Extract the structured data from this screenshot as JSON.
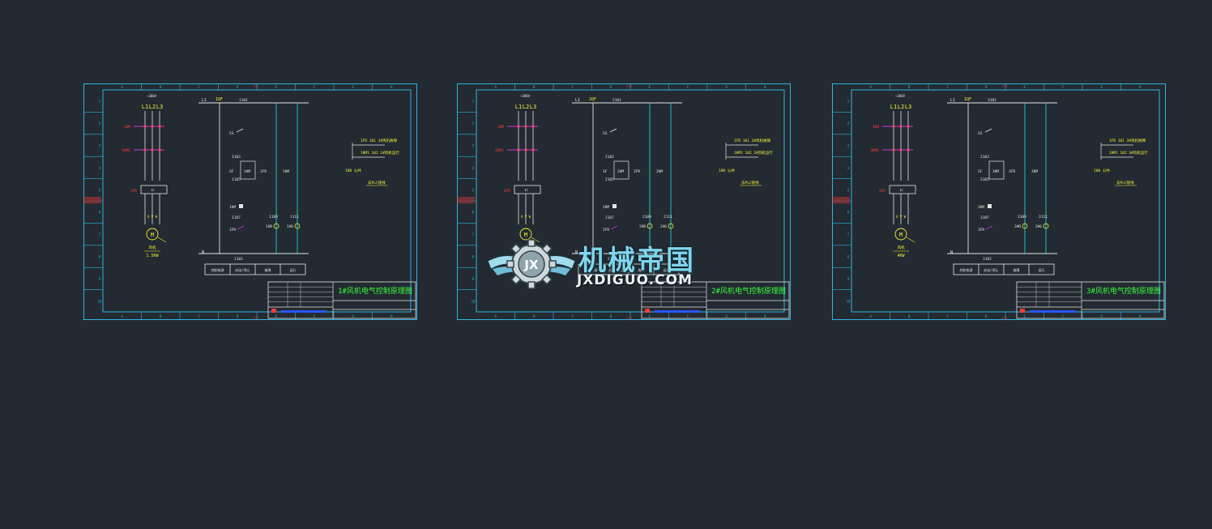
{
  "colors": {
    "background": "#232a31",
    "frame": "#2fb4e0",
    "wire": "#19d2d2",
    "white": "#e6e6e6",
    "yellow": "#f2ef3a",
    "red": "#ff3b3b",
    "magenta": "#c53bd8",
    "green": "#3bff3b",
    "blue": "#2a55ff"
  },
  "sheets": [
    {
      "title": "1#风机电气控制原理图",
      "breaker": "1QF",
      "supply": "~380V",
      "phases": [
        "L1",
        "L2",
        "L3"
      ],
      "neutral": "N",
      "wire_labels": [
        "1101",
        "1103",
        "1105",
        "1107",
        "1109",
        "1111",
        "1102"
      ],
      "components": [
        "1KM",
        "1KM1",
        "1FR",
        "SS",
        "SF",
        "1KM",
        "1FR",
        "1HR",
        "1HG"
      ],
      "motor": "M",
      "motor_rating": "1.5KW",
      "plc_outputs": [
        "1FR 101 1#风机故障",
        "1KM1 102 1#风机运行"
      ],
      "plc_common": "100 公共",
      "plc_label": "去PLC接线",
      "legend": [
        "控制电源",
        "启动/停止",
        "故障",
        "运行"
      ]
    },
    {
      "title": "2#风机电气控制原理图",
      "breaker": "2QF",
      "supply": "~380V",
      "phases": [
        "L1",
        "L2",
        "L3"
      ],
      "neutral": "N",
      "wire_labels": [
        "2101",
        "2103",
        "2105",
        "2107",
        "2109",
        "2111",
        "2102"
      ],
      "components": [
        "2KM",
        "2KM1",
        "2FR",
        "SS",
        "SF",
        "2KM",
        "2FR",
        "2HR",
        "2HG"
      ],
      "motor": "M",
      "motor_rating": "",
      "plc_outputs": [
        "1FR 101 2#风机故障",
        "1KM1 102 2#风机运行"
      ],
      "plc_common": "100 公共",
      "plc_label": "去PLC接线",
      "legend": [
        "控制电源",
        "启动/停止",
        "故障",
        "运行"
      ]
    },
    {
      "title": "3#风机电气控制原理图",
      "breaker": "1QF",
      "supply": "~380V",
      "phases": [
        "L1",
        "L2",
        "L3"
      ],
      "neutral": "N",
      "wire_labels": [
        "3101",
        "3103",
        "3105",
        "3107",
        "3109",
        "3111",
        "3102"
      ],
      "components": [
        "3KM",
        "3KM1",
        "3FR",
        "SS",
        "SF",
        "3KM",
        "3FR",
        "3HR",
        "3HG"
      ],
      "motor": "M",
      "motor_rating": "4KW",
      "plc_outputs": [
        "1FR 101 3#风机故障",
        "1KM1 102 3#风机运行"
      ],
      "plc_common": "100 公共",
      "plc_label": "去PLC接线",
      "legend": [
        "控制电源",
        "启动/停止",
        "故障",
        "运行"
      ]
    }
  ],
  "watermark": {
    "logo_letters": "JX",
    "title": "机械帝国",
    "url": "JXDIGUO.COM"
  }
}
